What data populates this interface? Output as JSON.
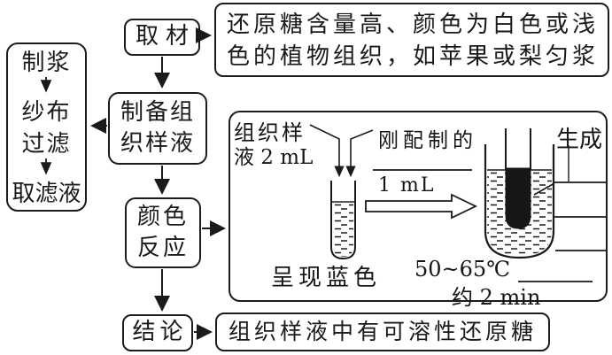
{
  "colors": {
    "ink": "#1a1a1a",
    "paper": "#ffffff"
  },
  "pretreatment_box": {
    "step1": "制浆",
    "step2a": "纱布",
    "step2b": "过滤",
    "step3": "取滤液"
  },
  "flow": {
    "step_material": "取材",
    "step_prepare_l1": "制备组",
    "step_prepare_l2": "织样液",
    "step_color_l1": "颜色",
    "step_color_l2": "反应",
    "step_conclusion": "结论"
  },
  "material_note": {
    "line1": "还原糖含量高、颜色为白色或浅",
    "line2": "色的植物组织，如苹果或梨匀浆"
  },
  "conclusion_text": "组织样液中有可溶性还原糖",
  "experiment": {
    "sample_l1": "组织样",
    "sample_l2": "液 2 mL",
    "reagent": "刚配制的",
    "volume": "1 mL",
    "initial_color": "呈现蓝色",
    "generate": "生成",
    "temperature": "50~65℃",
    "duration": "约 2 min"
  }
}
